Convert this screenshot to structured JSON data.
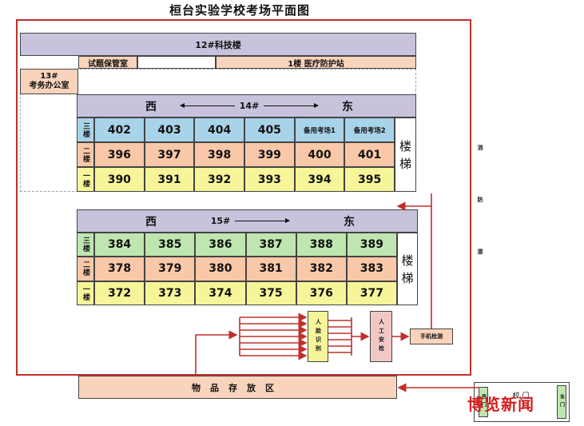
{
  "title": "桓台实验学校考场平面图",
  "building12": {
    "name": "12#科技楼",
    "rooms": [
      "试题保管室",
      "1楼  医疗防护站"
    ]
  },
  "office13": {
    "num": "13#",
    "name": "考务办公室"
  },
  "building14": {
    "west": "西",
    "east": "东",
    "name": "14#",
    "stairs": [
      "楼",
      "梯"
    ],
    "floors": [
      {
        "label": "三楼",
        "rooms": [
          "402",
          "403",
          "404",
          "405",
          "备用考场1",
          "备用考场2"
        ]
      },
      {
        "label": "二楼",
        "rooms": [
          "396",
          "397",
          "398",
          "399",
          "400",
          "401"
        ]
      },
      {
        "label": "一楼",
        "rooms": [
          "390",
          "391",
          "392",
          "393",
          "394",
          "395"
        ]
      }
    ]
  },
  "building15": {
    "west": "西",
    "east": "东",
    "name": "15#",
    "stairs": [
      "楼",
      "梯"
    ],
    "floors": [
      {
        "label": "三楼",
        "rooms": [
          "384",
          "385",
          "386",
          "387",
          "388",
          "389"
        ]
      },
      {
        "label": "二楼",
        "rooms": [
          "378",
          "379",
          "380",
          "381",
          "382",
          "383"
        ]
      },
      {
        "label": "一楼",
        "rooms": [
          "372",
          "373",
          "374",
          "375",
          "376",
          "377"
        ]
      }
    ]
  },
  "face_recognition": "人脸识别",
  "manual_check": "人工安检",
  "phone_check": "手机检测",
  "storage": "物品存放区",
  "fire_road": [
    "消",
    "防",
    "通",
    "道"
  ],
  "gate": {
    "west_door": "西门",
    "main": "校 门",
    "east_door": "东门"
  },
  "watermark": "博览新闻",
  "colors": {
    "arrow": "#c0302a",
    "header": "#c9c2dc"
  }
}
